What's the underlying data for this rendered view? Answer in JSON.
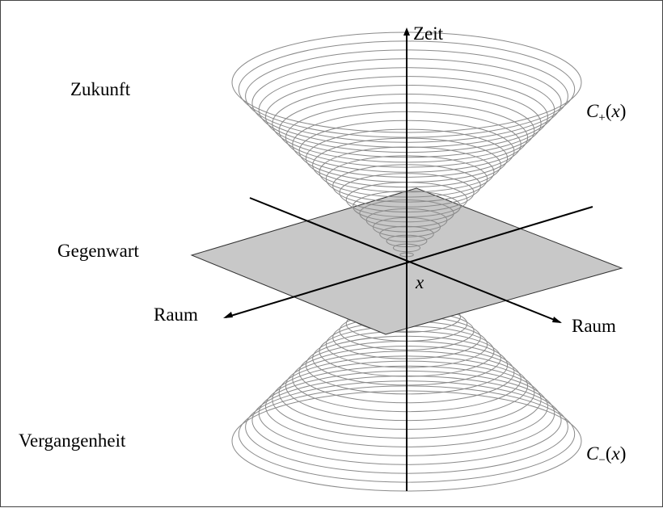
{
  "labels": {
    "time_axis": "Zeit",
    "space_axis_left": "Raum",
    "space_axis_right": "Raum",
    "future": "Zukunft",
    "present": "Gegenwart",
    "past": "Vergangenheit",
    "event_point": "x",
    "future_cone": {
      "symbol": "C",
      "subscript": "+",
      "argument": "(x)"
    },
    "past_cone": {
      "symbol": "C",
      "subscript": "−",
      "argument": "(x)"
    }
  },
  "colors": {
    "cone_lines": "#8a8a8a",
    "plane_fill": "#c8c8c8",
    "plane_edge": "#333333",
    "axes": "#000000",
    "frame": "#444444"
  },
  "cone_ring_count": 26
}
